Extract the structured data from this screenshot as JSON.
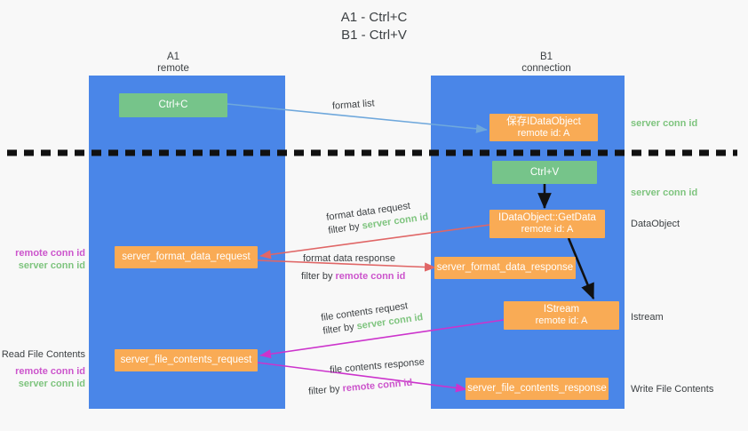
{
  "title": {
    "line1": "A1 - Ctrl+C",
    "line2": "B1 - Ctrl+V"
  },
  "lanes": [
    {
      "id": "a1",
      "name": "A1",
      "sub": "remote"
    },
    {
      "id": "b1",
      "name": "B1",
      "sub": "connection"
    }
  ],
  "nodes": {
    "ctrl_c": {
      "l1": "Ctrl+C",
      "l2": ""
    },
    "save_idataobject": {
      "l1": "保存IDataObject",
      "l2": "remote id: A"
    },
    "ctrl_v": {
      "l1": "Ctrl+V",
      "l2": ""
    },
    "getdata": {
      "l1": "IDataObject::GetData",
      "l2": "remote id: A"
    },
    "istream": {
      "l1": "IStream",
      "l2": "remote id: A"
    },
    "fmt_data_request": {
      "l1": "server_format_data_request",
      "l2": ""
    },
    "fmt_data_response": {
      "l1": "server_format_data_response",
      "l2": ""
    },
    "file_contents_request": {
      "l1": "server_file_contents_request",
      "l2": ""
    },
    "file_contents_response": {
      "l1": "server_file_contents_response",
      "l2": ""
    }
  },
  "edge_labels": {
    "format_list": {
      "text": "format list"
    },
    "fmt_req_l1": {
      "text": "format data request"
    },
    "fmt_req_l2a": {
      "text": "filter by "
    },
    "fmt_req_l2b": {
      "text": "server conn id"
    },
    "fmt_res_l1": {
      "text": "format data response"
    },
    "fmt_res_l2a": {
      "text": "filter by "
    },
    "fmt_res_l2b": {
      "text": "remote conn id"
    },
    "file_req_l1": {
      "text": "file contents request"
    },
    "file_req_l2a": {
      "text": "filter by "
    },
    "file_req_l2b": {
      "text": "server conn id"
    },
    "file_res_l1": {
      "text": "file contents response"
    },
    "file_res_l2a": {
      "text": "filter by "
    },
    "file_res_l2b": {
      "text": "remote conn id"
    }
  },
  "side_notes": {
    "left_fmt_rmt": "remote conn id",
    "left_fmt_srv": "server conn id",
    "left_read_title": "Read File Contents",
    "left_read_rmt": "remote conn id",
    "left_read_srv": "server conn id",
    "right_srv_top": "server conn id",
    "right_srv_second": "server conn id",
    "right_dataobject": "DataObject",
    "right_istream": "Istream",
    "right_write_file": "Write File Contents"
  },
  "colors": {
    "lane": "#4a86e8",
    "node_orange": "#f9ab55",
    "node_green": "#76c48a",
    "server_conn": "#7ec47e",
    "remote_conn": "#cc55cc",
    "arrow_blue": "#6fa8dc",
    "arrow_red": "#e06666",
    "arrow_magenta": "#cc33cc",
    "arrow_black": "#111111",
    "divider": "#111111"
  }
}
